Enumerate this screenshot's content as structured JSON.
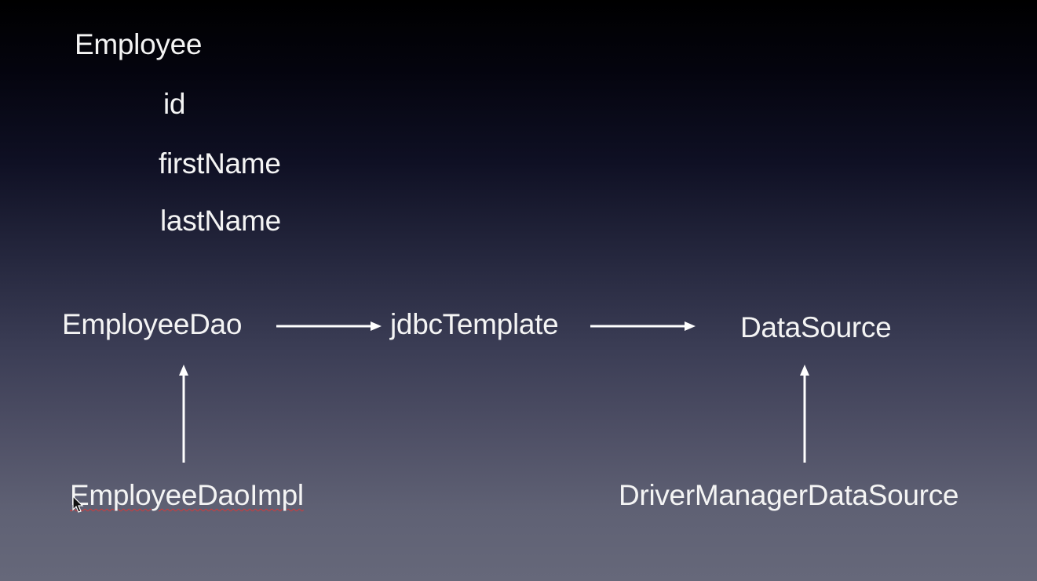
{
  "entity": {
    "name": "Employee",
    "fields": [
      "id",
      "firstName",
      "lastName"
    ]
  },
  "nodes": {
    "employee_dao": "EmployeeDao",
    "jdbc_template": "jdbcTemplate",
    "data_source": "DataSource",
    "employee_dao_impl": "EmployeeDaoImpl",
    "driver_manager_data_source": "DriverManagerDataSource"
  },
  "colors": {
    "text": "#f4f4f4",
    "arrow": "#ffffff",
    "spellcheck_underline": "#d43a3a"
  }
}
